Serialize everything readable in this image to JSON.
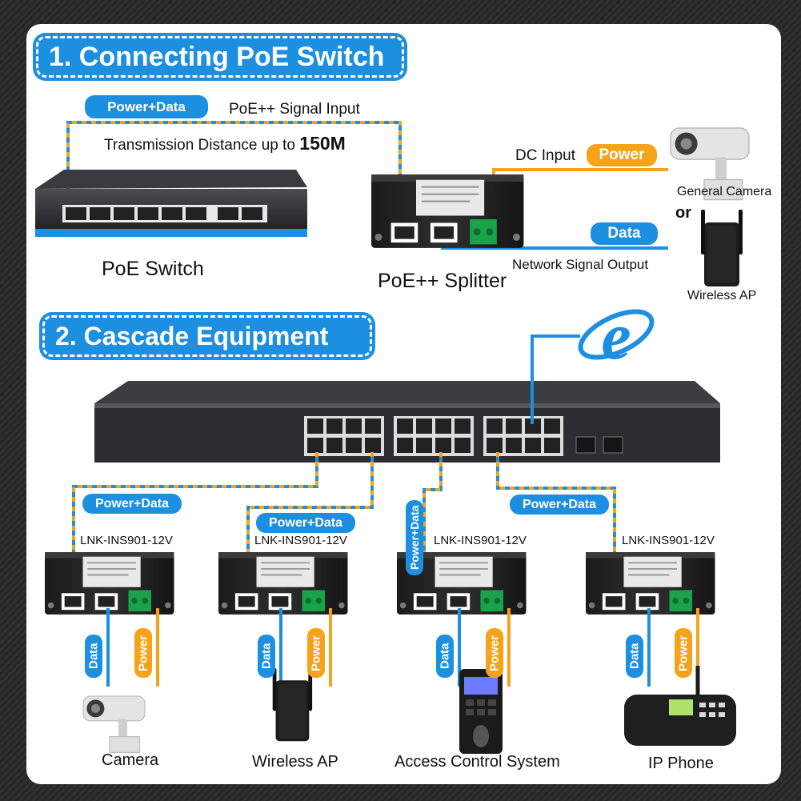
{
  "section1": {
    "heading": "1. Connecting PoE Switch",
    "power_data_tag": "Power+Data",
    "signal_input": "PoE++ Signal Input",
    "distance_prefix": "Transmission Distance up to ",
    "distance_value": "150M",
    "dc_input": "DC Input",
    "power_tag": "Power",
    "data_tag": "Data",
    "network_output": "Network Signal Output",
    "switch_label": "PoE Switch",
    "splitter_label": "PoE++ Splitter",
    "camera_label": "General Camera",
    "or_label": "or",
    "ap_label": "Wireless AP"
  },
  "section2": {
    "heading": "2. Cascade Equipment",
    "power_data_tag": "Power+Data",
    "data_tag": "Data",
    "power_tag": "Power",
    "model": "LNK-INS901-12V",
    "devices": [
      "Camera",
      "Wireless AP",
      "Access Control System",
      "IP Phone"
    ]
  },
  "colors": {
    "accent_blue": "#1d8fe0",
    "accent_orange": "#f5a31a"
  }
}
